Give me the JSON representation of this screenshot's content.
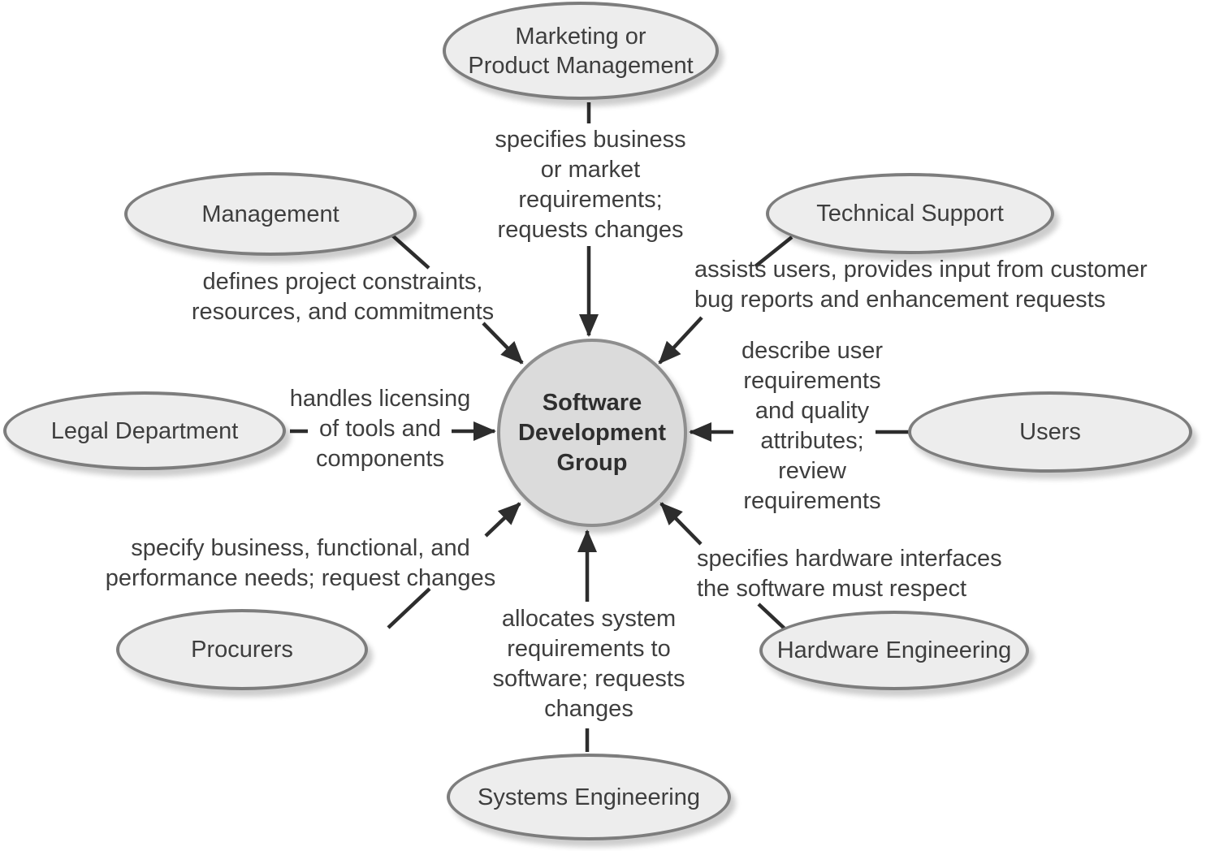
{
  "hub": {
    "label": "Software\nDevelopment\nGroup"
  },
  "nodes": [
    {
      "id": "marketing",
      "label": "Marketing or\nProduct Management"
    },
    {
      "id": "management",
      "label": "Management"
    },
    {
      "id": "technical-support",
      "label": "Technical Support"
    },
    {
      "id": "legal-department",
      "label": "Legal Department"
    },
    {
      "id": "users",
      "label": "Users"
    },
    {
      "id": "procurers",
      "label": "Procurers"
    },
    {
      "id": "systems-engineering",
      "label": "Systems Engineering"
    },
    {
      "id": "hardware-engineering",
      "label": "Hardware Engineering"
    }
  ],
  "edges": [
    {
      "from": "Marketing or Product Management",
      "to": "Software Development Group",
      "label": "specifies business\nor market\nrequirements;\nrequests changes"
    },
    {
      "from": "Management",
      "to": "Software Development Group",
      "label": "defines project constraints,\nresources, and commitments"
    },
    {
      "from": "Technical Support",
      "to": "Software Development Group",
      "label": "assists users, provides input from customer\nbug reports and enhancement requests"
    },
    {
      "from": "Legal Department",
      "to": "Software Development Group",
      "label": "handles licensing\nof tools and\ncomponents"
    },
    {
      "from": "Users",
      "to": "Software Development Group",
      "label": "describe user\nrequirements\nand quality\nattributes;\nreview\nrequirements"
    },
    {
      "from": "Procurers",
      "to": "Software Development Group",
      "label": "specify business, functional, and\nperformance needs; request changes"
    },
    {
      "from": "Systems Engineering",
      "to": "Software Development Group",
      "label": "allocates system\nrequirements to\nsoftware; requests\nchanges"
    },
    {
      "from": "Hardware Engineering",
      "to": "Software Development Group",
      "label": "specifies hardware interfaces\nthe software must respect"
    }
  ],
  "colors": {
    "background": "#ffffff",
    "node_fill": "#ededed",
    "node_border": "#7d7d7d",
    "hub_fill": "#dbdbdb",
    "hub_border": "#8e8e8e",
    "connector": "#2d2d2d",
    "label_text": "#3e3e3e",
    "hub_text": "#2e2e2e"
  }
}
